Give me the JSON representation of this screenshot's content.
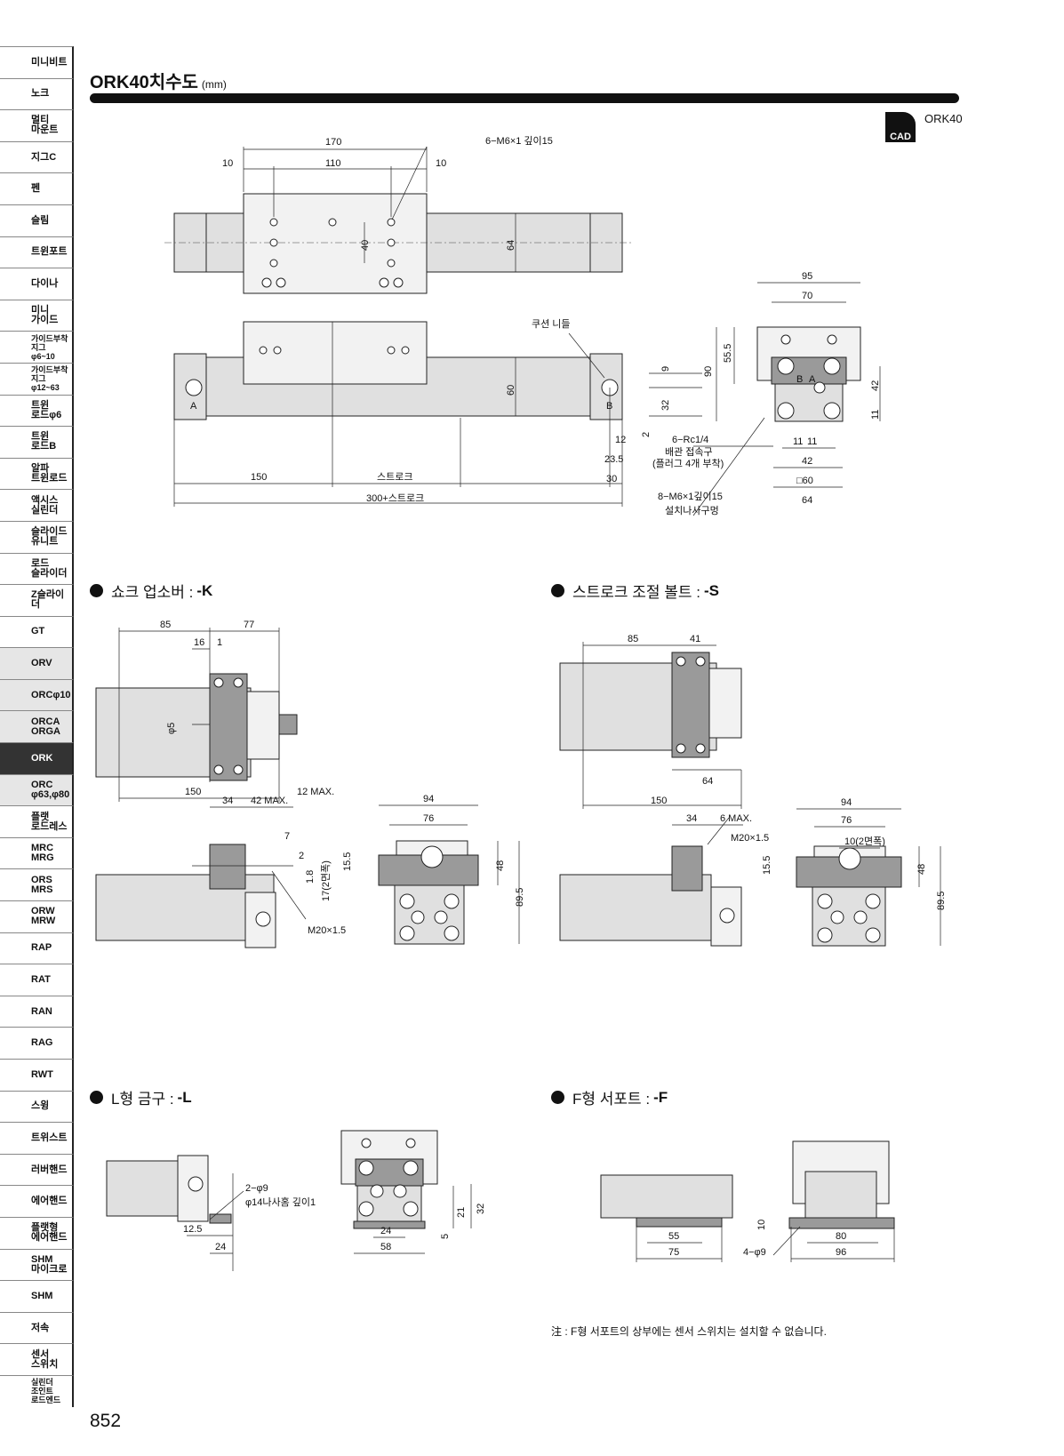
{
  "sidebar": {
    "items": [
      {
        "label": "미니비트",
        "style": ""
      },
      {
        "label": "노크",
        "style": ""
      },
      {
        "label": "멀티\n마운트",
        "style": ""
      },
      {
        "label": "지그C",
        "style": ""
      },
      {
        "label": "펜",
        "style": ""
      },
      {
        "label": "슬림",
        "style": ""
      },
      {
        "label": "트윈포트",
        "style": ""
      },
      {
        "label": "다이나",
        "style": ""
      },
      {
        "label": "미니\n가이드",
        "style": ""
      },
      {
        "label": "가이드부착지그\nφ6~10",
        "style": "small"
      },
      {
        "label": "가이드부착지그\nφ12~63",
        "style": "small"
      },
      {
        "label": "트윈\n로드φ6",
        "style": ""
      },
      {
        "label": "트윈\n로드B",
        "style": ""
      },
      {
        "label": "알파\n트윈로드",
        "style": ""
      },
      {
        "label": "액시스\n실린더",
        "style": ""
      },
      {
        "label": "슬라이드\n유니트",
        "style": ""
      },
      {
        "label": "로드\n슬라이더",
        "style": ""
      },
      {
        "label": "Z슬라이더",
        "style": ""
      },
      {
        "label": "GT",
        "style": ""
      },
      {
        "label": "ORV",
        "style": "gray"
      },
      {
        "label": "ORCφ10",
        "style": "gray"
      },
      {
        "label": "ORCA\nORGA",
        "style": "gray"
      },
      {
        "label": "ORK",
        "style": "active"
      },
      {
        "label": "ORC\nφ63,φ80",
        "style": "gray"
      },
      {
        "label": "플랫\n로드레스",
        "style": ""
      },
      {
        "label": "MRC\nMRG",
        "style": ""
      },
      {
        "label": "ORS\nMRS",
        "style": ""
      },
      {
        "label": "ORW\nMRW",
        "style": ""
      },
      {
        "label": "RAP",
        "style": ""
      },
      {
        "label": "RAT",
        "style": ""
      },
      {
        "label": "RAN",
        "style": ""
      },
      {
        "label": "RAG",
        "style": ""
      },
      {
        "label": "RWT",
        "style": ""
      },
      {
        "label": "스윙",
        "style": ""
      },
      {
        "label": "트위스트",
        "style": ""
      },
      {
        "label": "러버핸드",
        "style": ""
      },
      {
        "label": "에어핸드",
        "style": ""
      },
      {
        "label": "플랫형\n에어핸드",
        "style": ""
      },
      {
        "label": "SHM\n마이크로",
        "style": ""
      },
      {
        "label": "SHM",
        "style": ""
      },
      {
        "label": "저속",
        "style": ""
      },
      {
        "label": "센서\n스위치",
        "style": ""
      },
      {
        "label": "실린더\n조인트\n로드엔드",
        "style": "small"
      }
    ]
  },
  "header": {
    "model": "ORK40",
    "title": "치수도",
    "unit": "(mm)",
    "cad_label": "CAD",
    "cad_model": "ORK40"
  },
  "main_drawing": {
    "top": {
      "d170": "170",
      "d10a": "10",
      "d110": "110",
      "d10b": "10",
      "tap": "6−M6×1  깊이15",
      "d40": "40",
      "d64": "64"
    },
    "side": {
      "needle": "쿠션 니들",
      "portA": "A",
      "portB": "B",
      "d60": "60",
      "d9": "9",
      "d32": "32",
      "d2": "2",
      "d12": "12",
      "d23_5": "23.5",
      "d30": "30",
      "d150": "150",
      "stroke": "스트로크",
      "total": "300+스트로크",
      "rc": "6−Rc1/4",
      "port_note1": "배관 접속구",
      "port_note2": "(플러그 4개 부착)",
      "mount_tap": "8−M6×1깊이15",
      "mount_note": "설치나사구멍"
    },
    "end": {
      "d95": "95",
      "d70": "70",
      "d55_5": "55.5",
      "d90": "90",
      "d42v": "42",
      "d11v": "11",
      "d11a": "11",
      "d11b": "11",
      "d42h": "42",
      "d60sq": "□60",
      "d64": "64",
      "portA": "A",
      "portB": "B"
    }
  },
  "sections": {
    "k": {
      "label": "쇼크 업소버 : ",
      "code": "-K"
    },
    "s": {
      "label": "스트로크 조절 볼트 : ",
      "code": "-S"
    },
    "l": {
      "label": "L형 금구 : ",
      "code": "-L"
    },
    "f": {
      "label": "F형 서포트 : ",
      "code": "-F"
    }
  },
  "k_view": {
    "d85": "85",
    "d77": "77",
    "d16": "16",
    "d1": "1",
    "phi5": "φ5",
    "d150": "150",
    "max12": "12 MAX.",
    "d34": "34",
    "max42": "42 MAX.",
    "d7": "7",
    "d2": "2",
    "d1_8": "1.8",
    "d17": "17(2면폭)",
    "d15_5": "15.5",
    "thread": "M20×1.5",
    "d94": "94",
    "d76": "76",
    "d48": "48",
    "d89_5": "89.5"
  },
  "s_view": {
    "d85": "85",
    "d41": "41",
    "d64": "64",
    "d150": "150",
    "d34": "34",
    "max6": "6 MAX.",
    "thread": "M20×1.5",
    "d15_5": "15.5",
    "d94": "94",
    "d76": "76",
    "d10": "10(2면폭)",
    "d48": "48",
    "d89_5": "89.5"
  },
  "l_view": {
    "holes": "2−φ9",
    "cbore": "φ14나사홈 깊이1",
    "d12_5": "12.5",
    "d24a": "24",
    "d24b": "24",
    "d58": "58",
    "d5": "5",
    "d21": "21",
    "d32": "32"
  },
  "f_view": {
    "d10": "10",
    "d55": "55",
    "d75": "75",
    "holes": "4−φ9",
    "d80": "80",
    "d96": "96"
  },
  "note": "注 : F형 서포트의 상부에는 센서 스위치는 설치할 수 없습니다.",
  "page_number": "852"
}
